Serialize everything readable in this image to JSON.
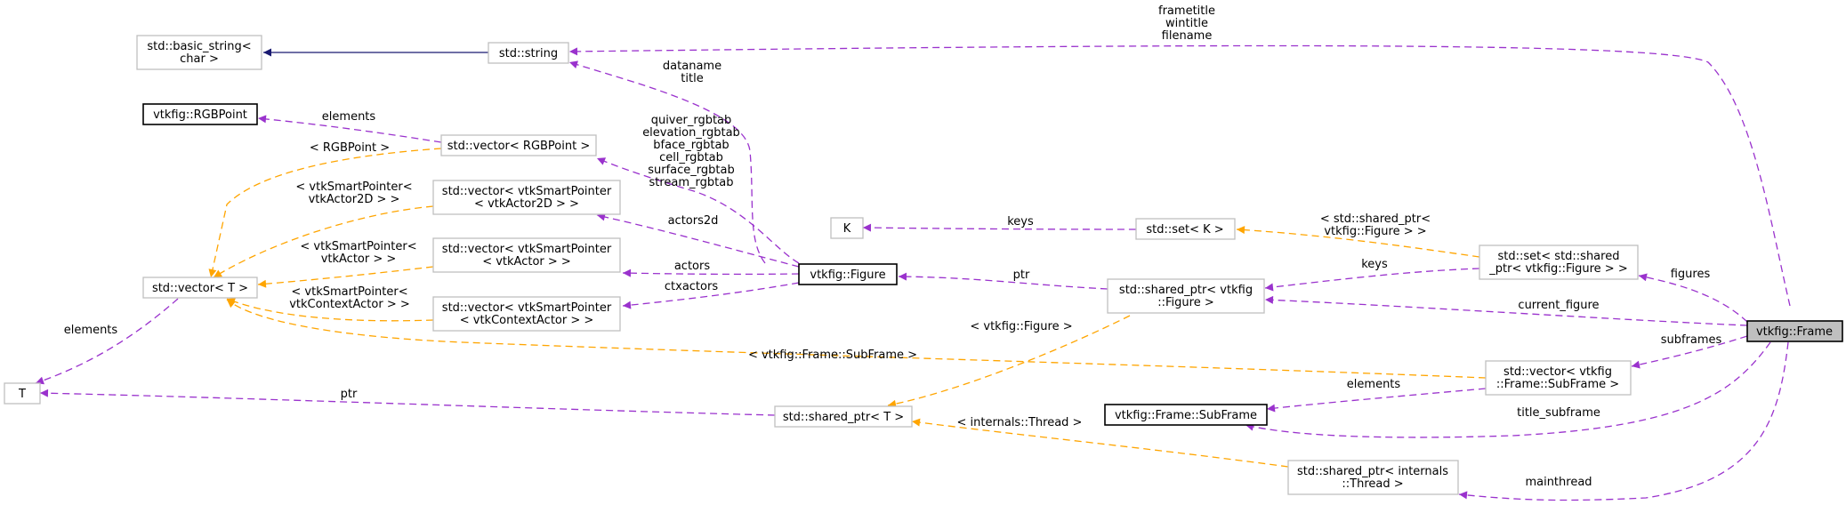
{
  "colors": {
    "usage_edge": "#9a32cd",
    "template_edge": "#ffa500",
    "inheritance_edge": "#191970",
    "node_border": "#bfbfbf",
    "documented_border": "#000000",
    "focus_fill": "#bfbfbf"
  },
  "nodes": {
    "basic_string": [
      "std::basic_string<",
      "char >"
    ],
    "string": [
      "std::string"
    ],
    "rgbpoint": [
      "vtkfig::RGBPoint"
    ],
    "vector_rgbpoint": [
      "std::vector< RGBPoint >"
    ],
    "vector_actor2d": [
      "std::vector< vtkSmartPointer",
      "< vtkActor2D > >"
    ],
    "vector_actor": [
      "std::vector< vtkSmartPointer",
      "< vtkActor > >"
    ],
    "vector_ctxactor": [
      "std::vector< vtkSmartPointer",
      "< vtkContextActor > >"
    ],
    "vector_t": [
      "std::vector< T >"
    ],
    "t": [
      "T"
    ],
    "k": [
      "K"
    ],
    "figure": [
      "vtkfig::Figure"
    ],
    "set_k": [
      "std::set< K >"
    ],
    "set_shared": [
      "std::set< std::shared",
      "_ptr< vtkfig::Figure > >"
    ],
    "shared_figure": [
      "std::shared_ptr< vtkfig",
      "::Figure >"
    ],
    "frame": [
      "vtkfig::Frame"
    ],
    "vector_subframe": [
      "std::vector< vtkfig",
      "::Frame::SubFrame >"
    ],
    "subframe": [
      "vtkfig::Frame::SubFrame"
    ],
    "shared_t": [
      "std::shared_ptr< T >"
    ],
    "shared_thread": [
      "std::shared_ptr< internals",
      "::Thread >"
    ]
  },
  "edge_labels": {
    "frame_string": [
      "frametitle",
      "wintitle",
      "filename"
    ],
    "figure_string": [
      "dataname",
      "title"
    ],
    "rgbpoint_elements": [
      "elements"
    ],
    "vector_t_rgbpoint": [
      "< RGBPoint >"
    ],
    "figure_rgbtabs": [
      "quiver_rgbtab",
      "elevation_rgbtab",
      "bface_rgbtab",
      "cell_rgbtab",
      "surface_rgbtab",
      "stream_rgbtab"
    ],
    "vector_t_actor2d": [
      "< vtkSmartPointer<",
      "vtkActor2D > >"
    ],
    "actors2d": [
      "actors2d"
    ],
    "vector_t_actor": [
      "< vtkSmartPointer<",
      "vtkActor > >"
    ],
    "actors": [
      "actors"
    ],
    "vector_t_ctxactor": [
      "< vtkSmartPointer<",
      "vtkContextActor > >"
    ],
    "ctxactors": [
      "ctxactors"
    ],
    "t_elements": [
      "elements"
    ],
    "keys_k": [
      "keys"
    ],
    "set_template": [
      "< std::shared_ptr<",
      "vtkfig::Figure > >"
    ],
    "ptr_figure": [
      "ptr"
    ],
    "keys_shared": [
      "keys"
    ],
    "figures": [
      "figures"
    ],
    "current_figure": [
      "current_figure"
    ],
    "shared_t_figure": [
      "< vtkfig::Figure >"
    ],
    "vector_t_subframe": [
      "< vtkfig::Frame::SubFrame >"
    ],
    "subframes": [
      "subframes"
    ],
    "ptr_t": [
      "ptr"
    ],
    "subframe_elements": [
      "elements"
    ],
    "shared_t_thread": [
      "< internals::Thread >"
    ],
    "title_subframe": [
      "title_subframe"
    ],
    "mainthread": [
      "mainthread"
    ]
  }
}
